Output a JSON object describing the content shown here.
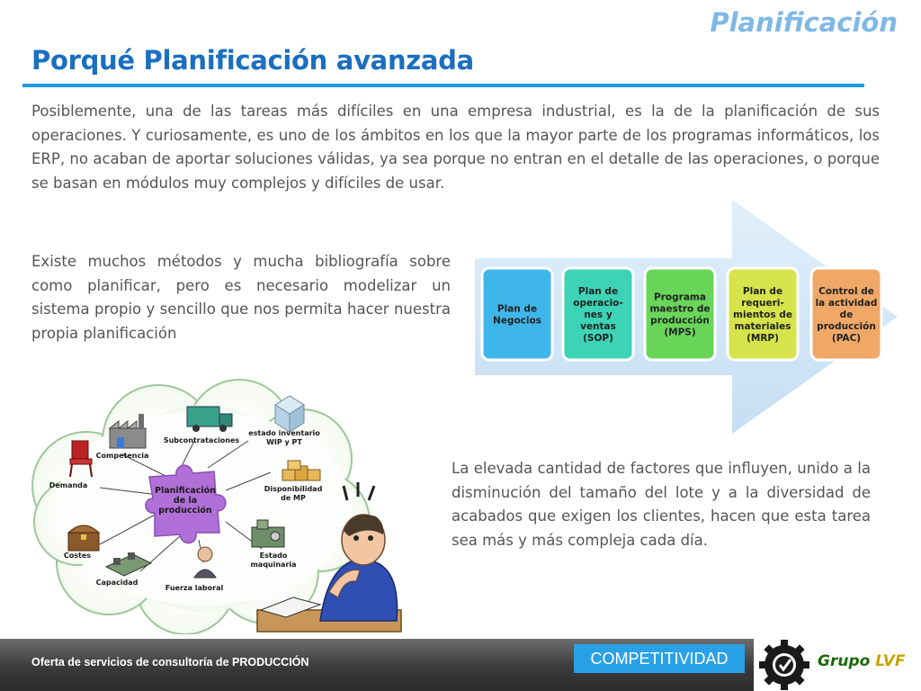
{
  "header": {
    "section": "Planificación",
    "title": "Porqué Planificación avanzada"
  },
  "paragraphs": {
    "intro": "Posiblemente, una de las tareas más difíciles en una empresa industrial, es la de la planificación de sus operaciones.  Y curiosamente, es uno de los ámbitos en los que la mayor parte de los programas informáticos, los ERP,  no acaban de aportar soluciones válidas, ya sea porque no entran en el detalle de las operaciones, o porque  se basan en módulos muy complejos y difíciles de usar.",
    "methods": "Existe muchos métodos y mucha bibliografía sobre como planificar, pero es necesario modelizar un sistema propio y sencillo que nos permita hacer nuestra propia planificación",
    "factors": "La elevada cantidad de factores que influyen, unido a la disminución del tamaño del lote y a la diversidad de acabados que exigen los clientes, hacen que esta tarea sea más y más compleja cada día."
  },
  "process_diagram": {
    "steps": [
      {
        "lines": [
          "Plan de",
          "Negocios"
        ],
        "color": "#3fb6ea"
      },
      {
        "lines": [
          "Plan de",
          "operacio-",
          "nes y",
          "ventas",
          "(SOP)"
        ],
        "color": "#3dd3b6"
      },
      {
        "lines": [
          "Programa",
          "maestro de",
          "producción",
          "(MPS)"
        ],
        "color": "#69d65a"
      },
      {
        "lines": [
          "Plan de",
          "requeri-",
          "mientos de",
          "materiales",
          "(MRP)"
        ],
        "color": "#d6e34a"
      },
      {
        "lines": [
          "Control de",
          "la actividad",
          "de",
          "producción",
          "(PAC)"
        ],
        "color": "#f0a868"
      }
    ]
  },
  "mind_map": {
    "center": [
      "Planificación",
      "de la",
      "producción"
    ],
    "nodes": [
      {
        "lines": [
          "Subcontrataciones"
        ],
        "icon": "truck-icon"
      },
      {
        "lines": [
          "estado inventario",
          "WIP y PT"
        ],
        "icon": "pallet-icon"
      },
      {
        "lines": [
          "Competencia"
        ],
        "icon": "factory-icon"
      },
      {
        "lines": [
          "Disponibilidad",
          "de MP"
        ],
        "icon": "boxes-icon"
      },
      {
        "lines": [
          "Demanda"
        ],
        "icon": "chair-icon"
      },
      {
        "lines": [
          "Costes"
        ],
        "icon": "treasure-chest-icon"
      },
      {
        "lines": [
          "Estado",
          "maquinaria"
        ],
        "icon": "machine-icon"
      },
      {
        "lines": [
          "Capacidad"
        ],
        "icon": "production-line-icon"
      },
      {
        "lines": [
          "Fuerza laboral"
        ],
        "icon": "worker-icon"
      }
    ]
  },
  "footer": {
    "text": "Oferta de servicios de consultoría de PRODUCCIÓN",
    "tab": "COMPETITIVIDAD",
    "brand_prefix": "Grupo",
    "brand_suffix": "LVF"
  },
  "colors": {
    "accent": "#1e9be0",
    "title": "#1a6fc0",
    "body_text": "#555555",
    "puzzle": "#b070d8"
  }
}
